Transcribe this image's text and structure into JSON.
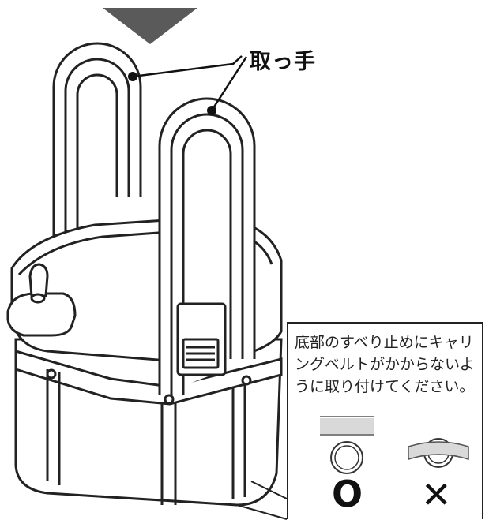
{
  "callout": {
    "label": "取っ手"
  },
  "note": {
    "lines": [
      "底部のすべり止めにキャリ",
      "ングベルトがかからないよ",
      "うに取り付けてください。"
    ],
    "good_mark": "O",
    "bad_mark": "✕"
  },
  "colors": {
    "line": "#222222",
    "fill": "#ffffff",
    "band": "#d9d9d9",
    "arrow": "#5a5a5a"
  },
  "icons": [
    "down-arrow-icon",
    "leader-dot-icon"
  ]
}
